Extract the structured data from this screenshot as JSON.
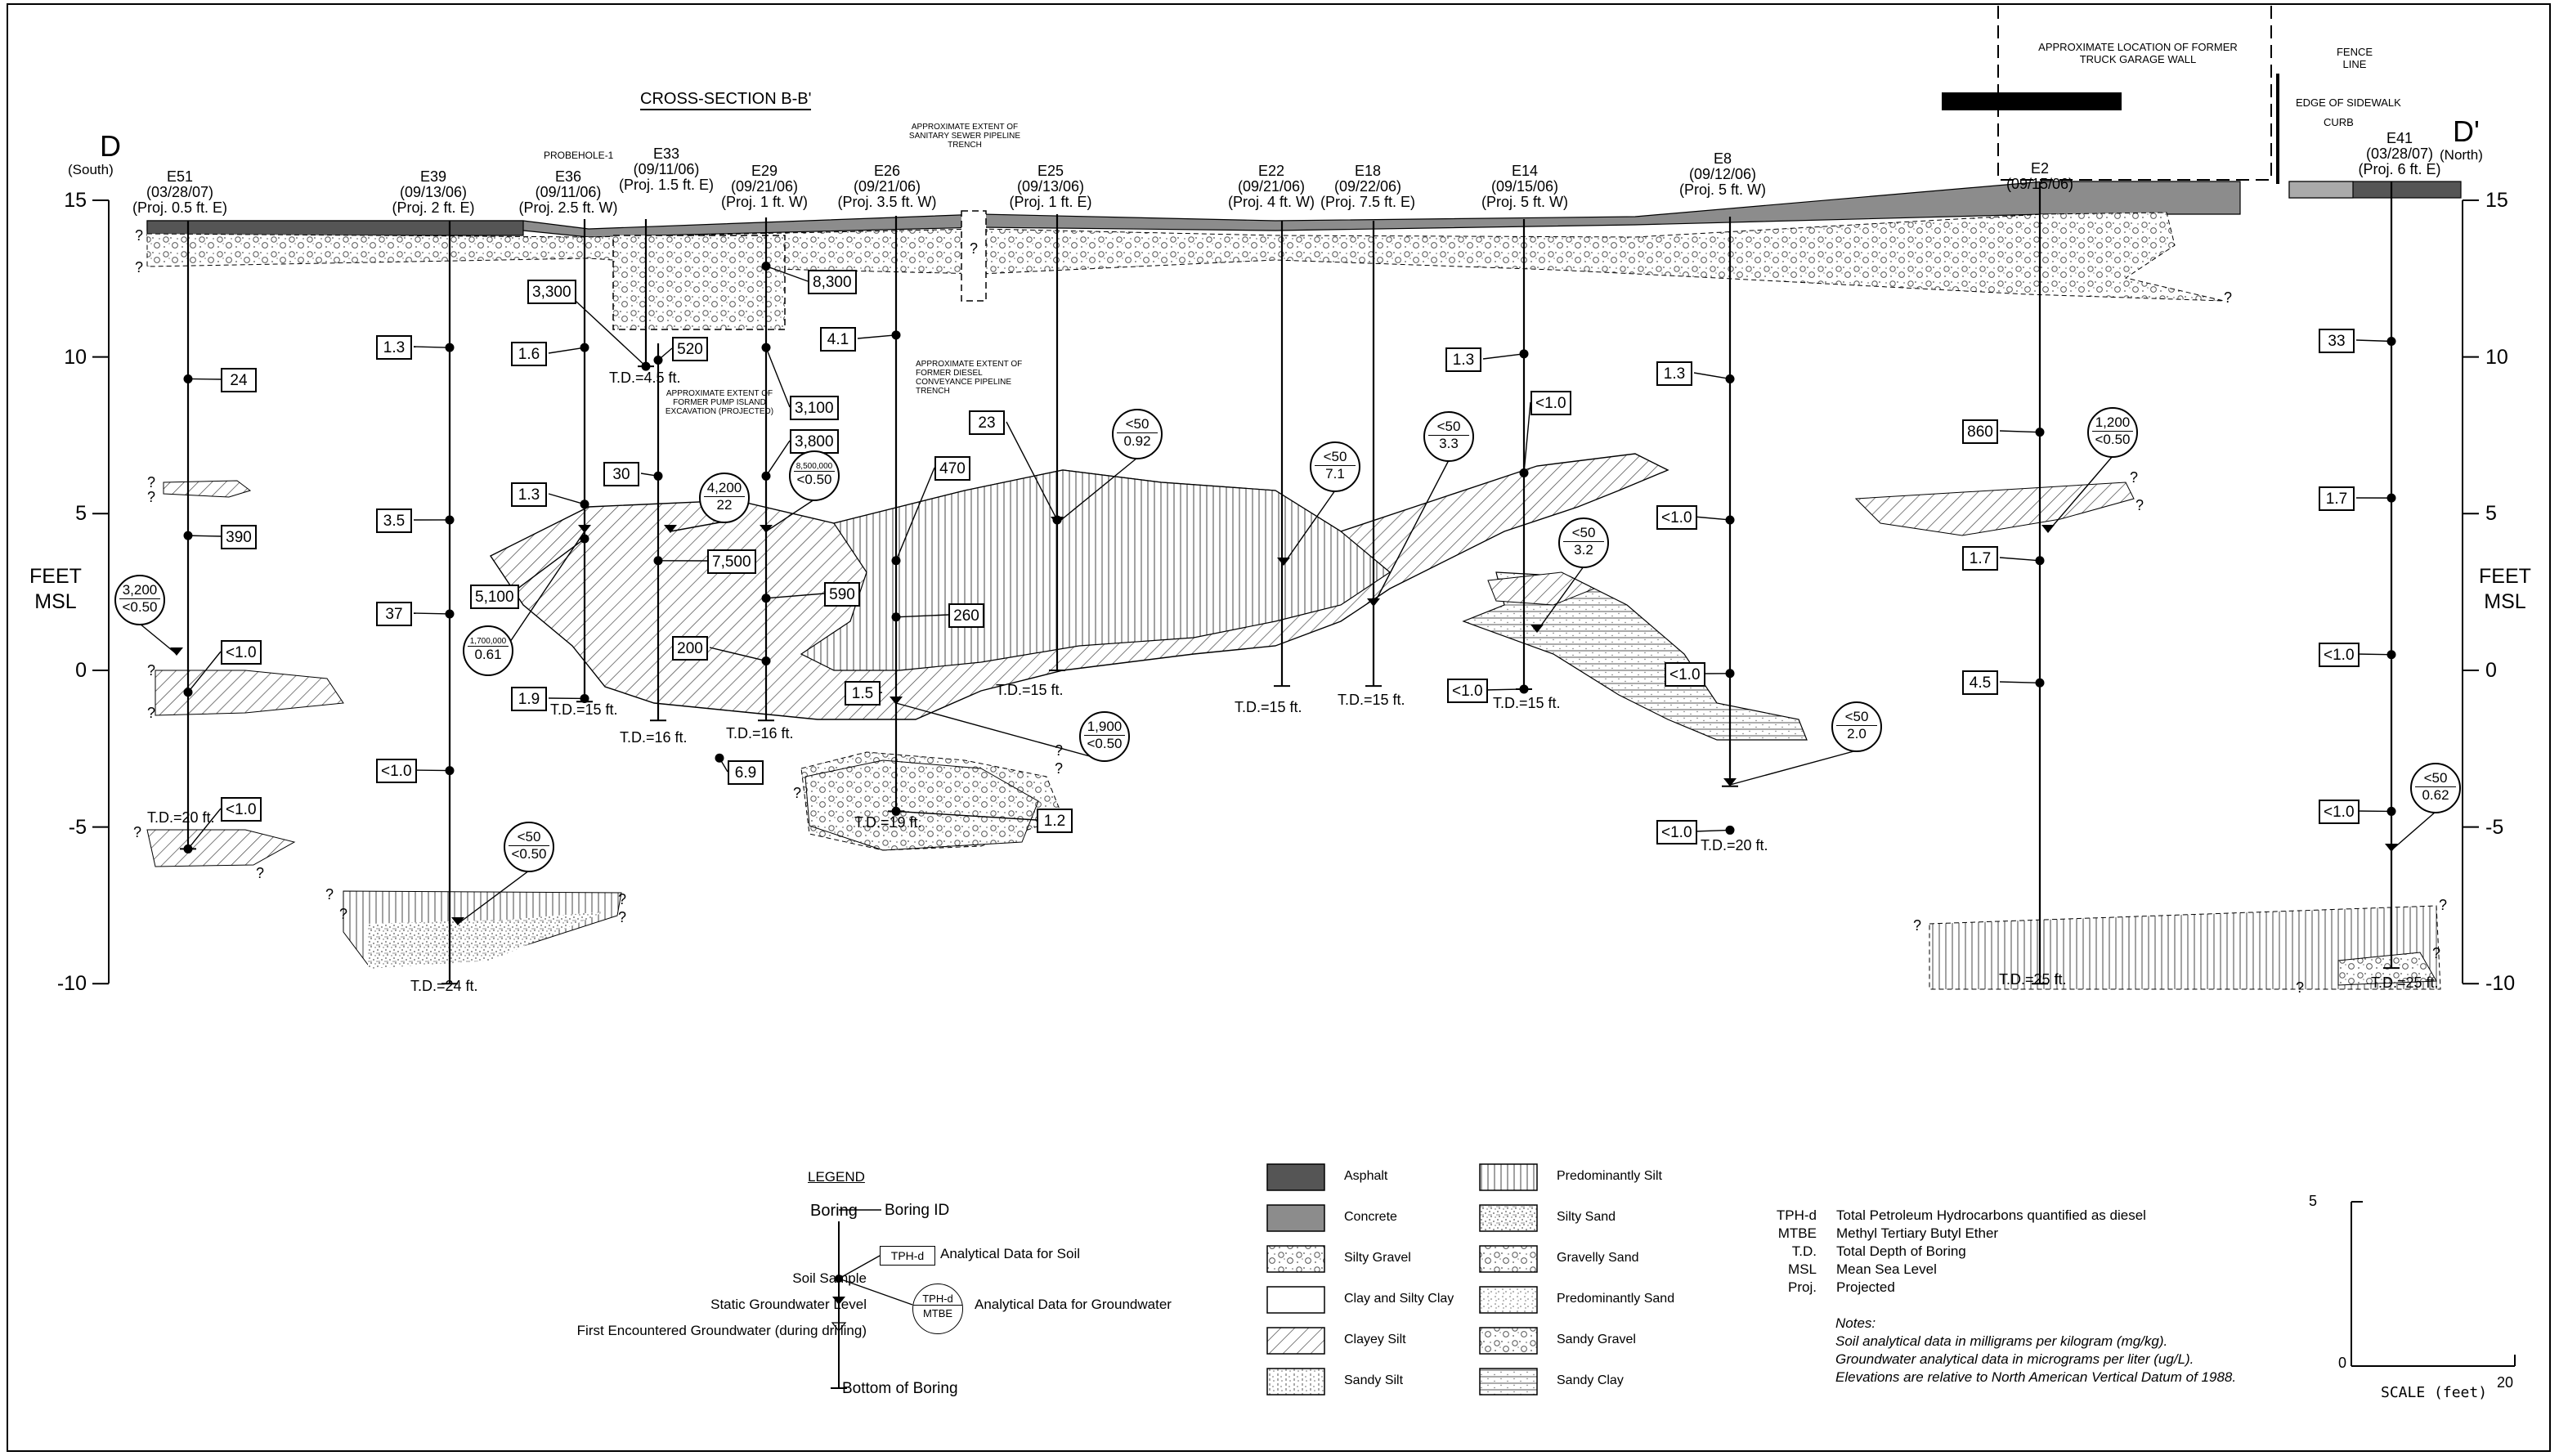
{
  "section": {
    "title": "CROSS-SECTION B-B'",
    "left_end": {
      "label": "D",
      "direction": "(South)"
    },
    "right_end": {
      "label": "D'",
      "direction": "(North)"
    },
    "axis": {
      "unit_line1": "FEET",
      "unit_line2": "MSL",
      "ticks": [
        "15",
        "10",
        "5",
        "0",
        "-5",
        "-10"
      ],
      "ticks_values": [
        15,
        10,
        5,
        0,
        -5,
        -10
      ]
    }
  },
  "callouts": {
    "garage": "APPROXIMATE LOCATION OF FORMER TRUCK GARAGE WALL",
    "fence": "FENCE LINE",
    "sidewalk": "EDGE OF SIDEWALK",
    "curb": "CURB",
    "sewer": "APPROXIMATE EXTENT OF SANITARY SEWER PIPELINE TRENCH",
    "diesel": "APPROXIMATE EXTENT OF FORMER DIESEL CONVEYANCE PIPELINE TRENCH",
    "pump": "APPROXIMATE EXTENT OF FORMER PUMP ISLAND EXCAVATION (PROJECTED)",
    "probehole": "PROBEHOLE-1"
  },
  "borings": [
    {
      "id": "E51",
      "date": "(03/28/07)",
      "proj": "(Proj. 0.5 ft. E)",
      "td": "T.D.=20 ft."
    },
    {
      "id": "E39",
      "date": "(09/13/06)",
      "proj": "(Proj. 2 ft. E)",
      "td": "T.D.=24 ft."
    },
    {
      "id": "E36",
      "date": "(09/11/06)",
      "proj": "(Proj. 2.5 ft. W)",
      "td": "T.D.=15 ft."
    },
    {
      "id": "E33",
      "date": "(09/11/06)",
      "proj": "(Proj. 1.5 ft. E)",
      "td": "T.D.=4.5 ft."
    },
    {
      "id": "E29",
      "date": "(09/21/06)",
      "proj": "(Proj. 1 ft. W)",
      "td": "T.D.=16 ft."
    },
    {
      "id": "E26",
      "date": "(09/21/06)",
      "proj": "(Proj. 3.5 ft. W)",
      "td": "T.D.=19 ft."
    },
    {
      "id": "E25",
      "date": "(09/13/06)",
      "proj": "(Proj. 1 ft. E)",
      "td": "T.D.=15 ft."
    },
    {
      "id": "E22",
      "date": "(09/21/06)",
      "proj": "(Proj. 4 ft. W)",
      "td": "T.D.=15 ft."
    },
    {
      "id": "E18",
      "date": "(09/22/06)",
      "proj": "(Proj. 7.5 ft. E)",
      "td": "T.D.=15 ft."
    },
    {
      "id": "E14",
      "date": "(09/15/06)",
      "proj": "(Proj. 5 ft. W)",
      "td": "T.D.=15 ft."
    },
    {
      "id": "E8",
      "date": "(09/12/06)",
      "proj": "(Proj. 5 ft. W)",
      "td": "T.D.=20 ft."
    },
    {
      "id": "E2",
      "date": "(09/15/06)",
      "proj": "",
      "td": "T.D.=25 ft."
    },
    {
      "id": "E41",
      "date": "(03/28/07)",
      "proj": "(Proj. 6 ft. E)",
      "td": "T.D.=25 ft."
    },
    {
      "id": "",
      "date": "",
      "proj": "",
      "td": "T.D.=16 ft."
    }
  ],
  "soil_values": [
    "24",
    "390",
    "<1.0",
    "<1.0",
    "1.3",
    "3.5",
    "37",
    "<1.0",
    "1.6",
    "1.3",
    "1.9",
    "5,100",
    "3,300",
    "30",
    "520",
    "7,500",
    "200",
    "6.9",
    "8,300",
    "3,100",
    "3,800",
    "590",
    "1.5",
    "4.1",
    "470",
    "260",
    "1.2",
    "23",
    "1.3",
    "<1.0",
    "<1.0",
    "1.3",
    "<1.0",
    "<1.0",
    "<1.0",
    "860",
    "1.7",
    "4.5",
    "33",
    "1.7",
    "<1.0",
    "<1.0"
  ],
  "gw_values": [
    {
      "tph": "3,200",
      "mtbe": "<0.50"
    },
    {
      "tph": "1,700,000",
      "mtbe": "0.61"
    },
    {
      "tph": "<50",
      "mtbe": "<0.50"
    },
    {
      "tph": "4,200",
      "mtbe": "22"
    },
    {
      "tph": "8,500,000",
      "mtbe": "<0.50"
    },
    {
      "tph": "1,900",
      "mtbe": "<0.50"
    },
    {
      "tph": "<50",
      "mtbe": "0.92"
    },
    {
      "tph": "<50",
      "mtbe": "7.1"
    },
    {
      "tph": "<50",
      "mtbe": "3.3"
    },
    {
      "tph": "<50",
      "mtbe": "3.2"
    },
    {
      "tph": "<50",
      "mtbe": "2.0"
    },
    {
      "tph": "1,200",
      "mtbe": "<0.50"
    },
    {
      "tph": "<50",
      "mtbe": "0.62"
    }
  ],
  "legend": {
    "title": "LEGEND",
    "boring": "Boring",
    "boring_id": "Boring ID",
    "soil_sample": "Soil Sample",
    "soil_data": "Analytical Data for Soil",
    "static_gw": "Static Groundwater Level",
    "first_gw": "First Encountered Groundwater (during drilling)",
    "gw_data": "Analytical Data for Groundwater",
    "bottom": "Bottom of Boring",
    "tph_box": "TPH-d",
    "tph_circle": "TPH-d",
    "mtbe_circle": "MTBE"
  },
  "materials": [
    {
      "name": "Asphalt"
    },
    {
      "name": "Concrete"
    },
    {
      "name": "Silty Gravel"
    },
    {
      "name": "Clay and Silty Clay"
    },
    {
      "name": "Clayey Silt"
    },
    {
      "name": "Sandy Silt"
    },
    {
      "name": "Predominantly Silt"
    },
    {
      "name": "Silty Sand"
    },
    {
      "name": "Gravelly Sand"
    },
    {
      "name": "Predominantly Sand"
    },
    {
      "name": "Sandy Gravel"
    },
    {
      "name": "Sandy Clay"
    }
  ],
  "abbreviations": [
    {
      "abbr": "TPH-d",
      "text": "Total Petroleum Hydrocarbons quantified as diesel"
    },
    {
      "abbr": "MTBE",
      "text": "Methyl Tertiary Butyl Ether"
    },
    {
      "abbr": "T.D.",
      "text": "Total Depth of Boring"
    },
    {
      "abbr": "MSL",
      "text": "Mean Sea Level"
    },
    {
      "abbr": "Proj.",
      "text": "Projected"
    }
  ],
  "notes": {
    "title": "Notes:",
    "lines": [
      "Soil analytical data in milligrams per kilogram (mg/kg).",
      "Groundwater analytical data in micrograms per liter (ug/L).",
      "Elevations are relative to North American Vertical Datum of 1988."
    ]
  },
  "scale": {
    "title": "SCALE (feet)",
    "v_tick": "5",
    "zero": "0",
    "h_tick": "20"
  },
  "unknown_mark": "?"
}
